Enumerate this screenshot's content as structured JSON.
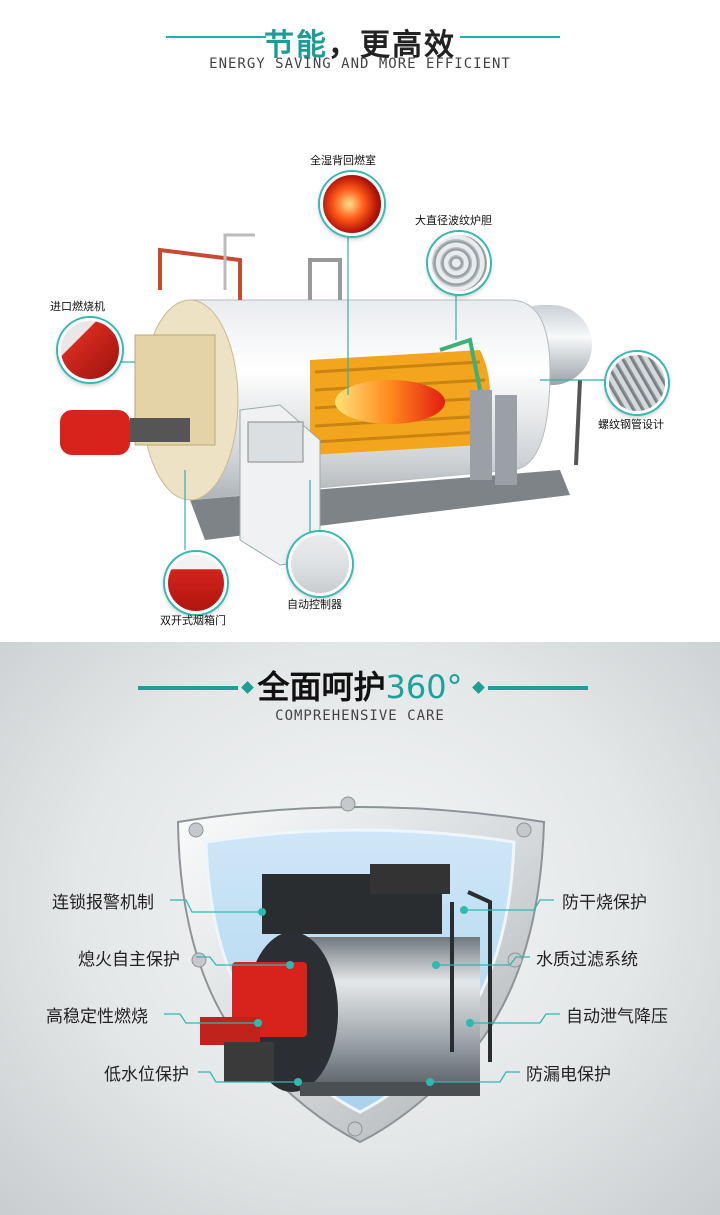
{
  "section1": {
    "title_a": "节能",
    "title_b": "，更高效",
    "subtitle": "ENERGY SAVING AND MORE EFFICIENT",
    "callouts": [
      {
        "label": "全湿背回燃室",
        "icon": "flame-icon"
      },
      {
        "label": "大直径波纹炉胆",
        "icon": "corrugated-furnace-icon"
      },
      {
        "label": "进口燃烧机",
        "icon": "burner-icon"
      },
      {
        "label": "螺纹钢管设计",
        "icon": "threaded-tubes-icon"
      },
      {
        "label": "双开式烟箱门",
        "icon": "smoke-door-icon"
      },
      {
        "label": "自动控制器",
        "icon": "controller-icon"
      }
    ]
  },
  "section2": {
    "title_a": "全面呵护",
    "title_b": "360°",
    "subtitle": "COMPREHENSIVE CARE",
    "features_left": [
      "连锁报警机制",
      "熄火自主保护",
      "高稳定性燃烧",
      "低水位保护"
    ],
    "features_right": [
      "防干烧保护",
      "水质过滤系统",
      "自动泄气降压",
      "防漏电保护"
    ]
  },
  "colors": {
    "accent": "#1f9e96",
    "burner_red": "#d8231c",
    "boiler_white": "#f2f3f4"
  }
}
